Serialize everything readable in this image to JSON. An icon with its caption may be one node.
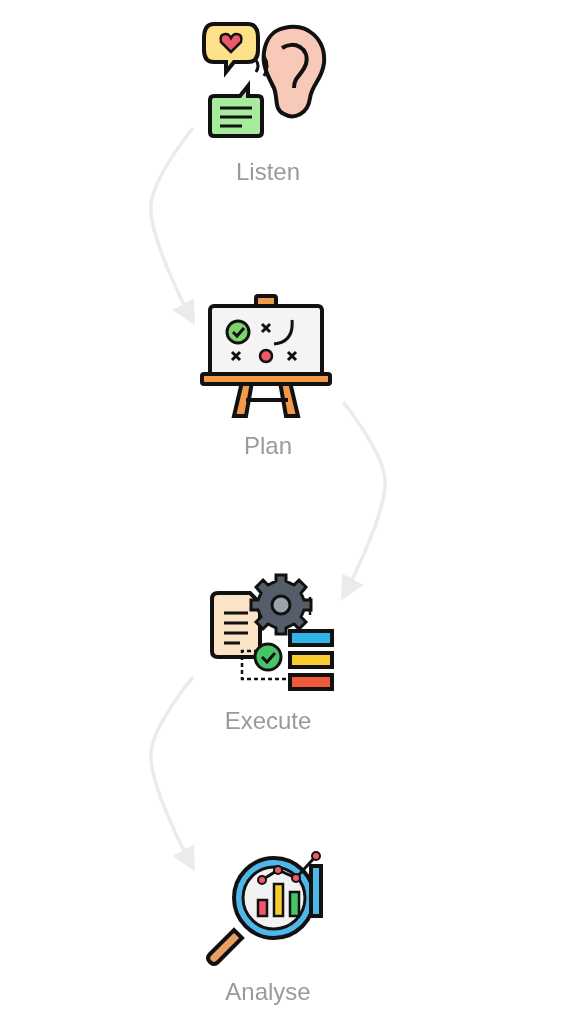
{
  "diagram": {
    "nodes": [
      {
        "text": [
          "Listen"
        ]
      },
      {
        "text": [
          "Plan"
        ]
      },
      {
        "text": [
          "Execute"
        ]
      },
      {
        "text": [
          "Analyse"
        ]
      }
    ],
    "edges": [
      {
        "from": 0,
        "to": 1,
        "arrow": "to"
      },
      {
        "from": 1,
        "to": 2,
        "arrow": "to"
      },
      {
        "from": 2,
        "to": 3,
        "arrow": "to"
      }
    ]
  }
}
